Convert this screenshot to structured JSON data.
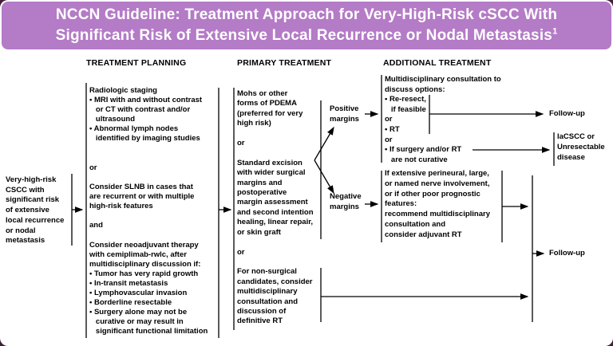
{
  "header": {
    "title_line1": "NCCN Guideline: Treatment Approach for Very-High-Risk cSCC With",
    "title_line2": "Significant Risk of Extensive Local Recurrence or Nodal Metastasis",
    "title_superscript": "1"
  },
  "column_headers": {
    "planning": "TREATMENT PLANNING",
    "primary": "PRIMARY TREATMENT",
    "additional": "ADDITIONAL TREATMENT"
  },
  "patient_box": {
    "lines": [
      "Very-high-risk",
      "CSCC with",
      "significant risk",
      "of extensive",
      "local recurrence",
      "or nodal",
      "metastasis"
    ]
  },
  "treatment_planning": {
    "lines": [
      "Radiologic staging",
      "• MRI with and without contrast",
      "   or CT with contrast and/or",
      "   ultrasound",
      "• Abnormal lymph nodes",
      "   identified by imaging studies",
      "",
      "",
      "or",
      "",
      "Consider SLNB in cases that",
      "are recurrent or with multiple",
      "high-risk features",
      "",
      "and",
      "",
      "Consider neoadjuvant therapy",
      "with cemiplimab-rwlc, after",
      "multidisciplinary discussion if:",
      "• Tumor has very rapid growth",
      "• In-transit metastasis",
      "• Lymphovascular invasion",
      "• Borderline resectable",
      "• Surgery alone may not be",
      "   curative or may result in",
      "   significant functional limitation"
    ]
  },
  "primary_treatment": {
    "lines": [
      "Mohs or other",
      "forms of PDEMA",
      "(preferred for very",
      "high risk)",
      "",
      "or",
      "",
      "Standard excision",
      "with wider surgical",
      "margins and",
      "postoperative",
      "margin assessment",
      "and second intention",
      "healing, linear repair,",
      "or skin graft",
      "",
      "or",
      "",
      "For non-surgical",
      "candidates, consider",
      "multidisciplinary",
      "consultation and",
      "discussion of",
      "definitive RT"
    ]
  },
  "margin_labels": {
    "positive": [
      "Positive",
      "margins"
    ],
    "negative": [
      "Negative",
      "margins"
    ]
  },
  "additional_treatment": {
    "positive_margins_block": {
      "lines": [
        "Multidisciplinary consultation to",
        "discuss options:",
        "• Re-resect,",
        "   if feasible",
        "or",
        "• RT",
        "or",
        "• If surgery and/or RT",
        "   are not curative"
      ]
    },
    "negative_margins_block": {
      "lines": [
        "If extensive perineural, large,",
        "or named nerve involvement,",
        "or if other poor prognostic",
        "features:",
        "recommend multidisciplinary",
        "consultation and",
        "consider adjuvant RT"
      ]
    }
  },
  "outcomes": {
    "followup_top": "Follow-up",
    "followup_bottom": "Follow-up",
    "unresectable": [
      "laCSCC or",
      "Unresectable",
      "disease"
    ]
  },
  "colors": {
    "banner_bg": "#b47bc6",
    "frame_corner": "#401f38",
    "line_color": "#000000",
    "text_color": "#000000"
  }
}
